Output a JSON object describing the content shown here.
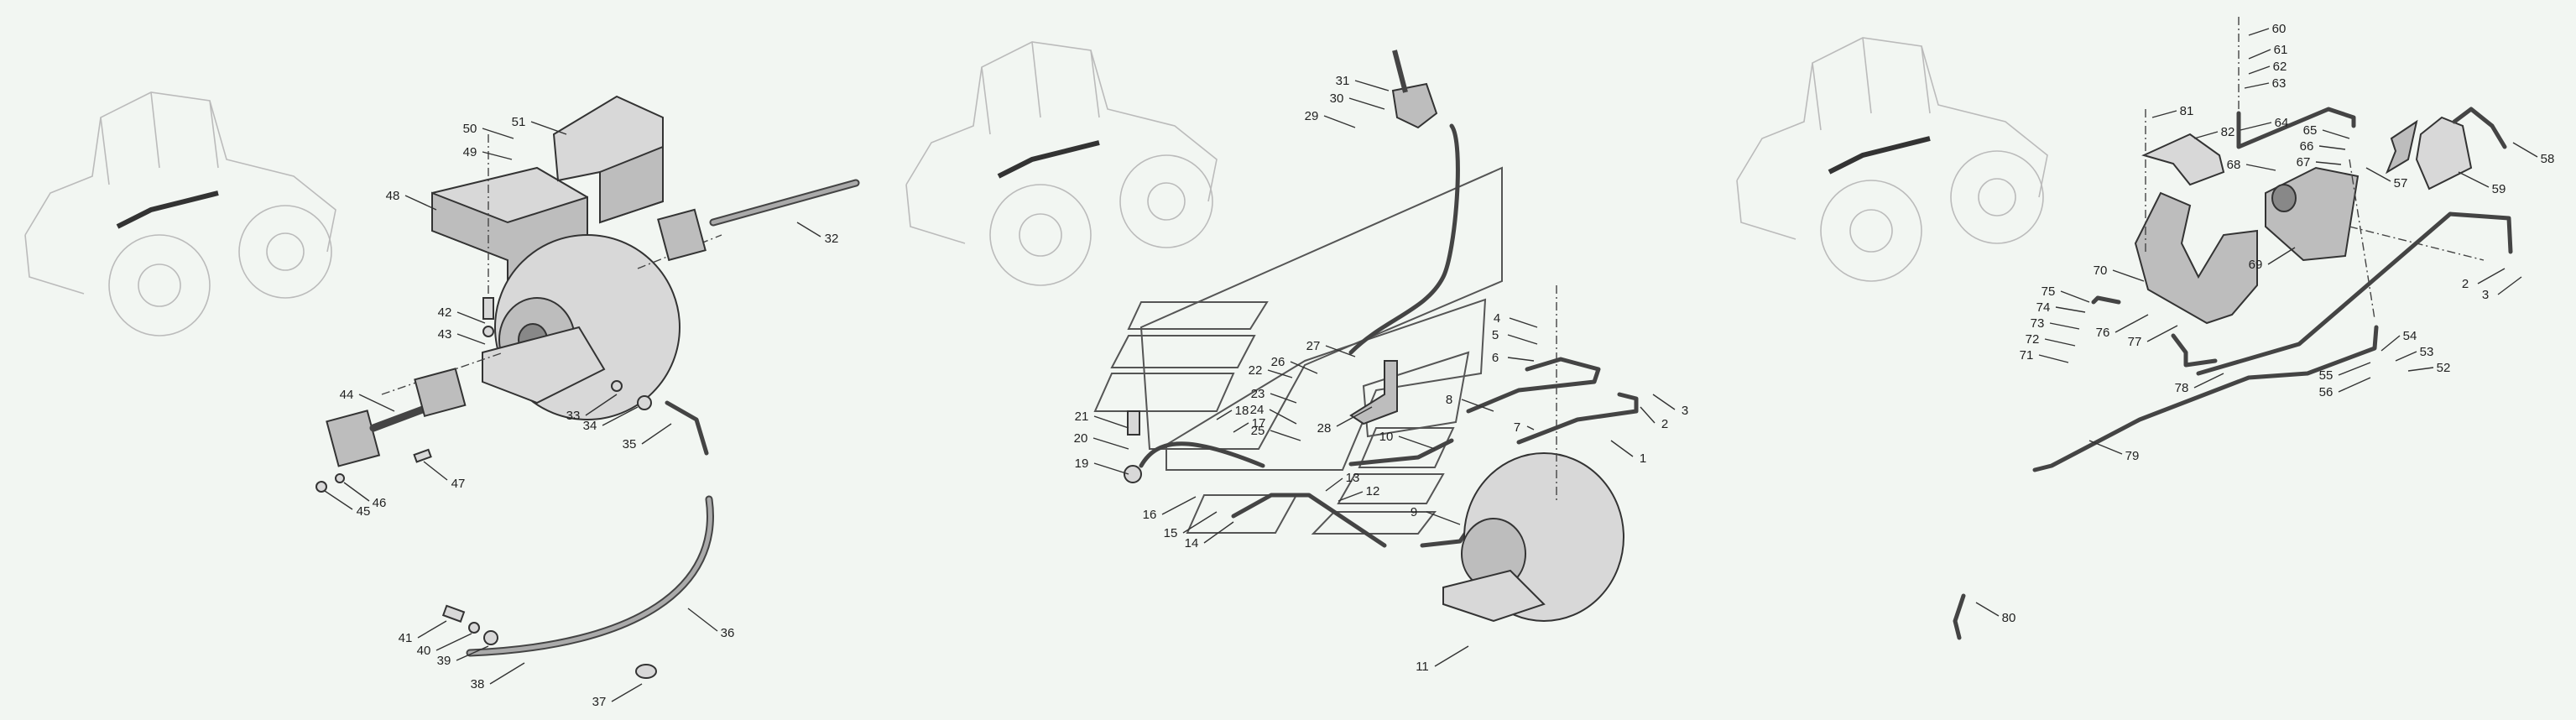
{
  "diagram": {
    "type": "exploded-parts-diagram",
    "panels": [
      {
        "name": "torque-converter-drive-assembly",
        "callouts": [
          "50",
          "49",
          "51",
          "48",
          "42",
          "43",
          "44",
          "32",
          "33",
          "34",
          "35",
          "47",
          "46",
          "45",
          "36",
          "41",
          "40",
          "39",
          "38",
          "37"
        ]
      },
      {
        "name": "control-cable-and-lines",
        "callouts": [
          "31",
          "30",
          "29",
          "27",
          "26",
          "22",
          "23",
          "24",
          "25",
          "28",
          "21",
          "20",
          "19",
          "18",
          "17",
          "16",
          "15",
          "14",
          "13",
          "12",
          "10",
          "9",
          "11",
          "8",
          "7",
          "1",
          "2",
          "3",
          "4",
          "5",
          "6"
        ]
      },
      {
        "name": "gearbox-mount-and-lines",
        "callouts": [
          "60",
          "61",
          "62",
          "63",
          "64",
          "81",
          "82",
          "65",
          "66",
          "67",
          "68",
          "57",
          "58",
          "59",
          "69",
          "70",
          "2",
          "3",
          "75",
          "74",
          "73",
          "72",
          "71",
          "76",
          "77",
          "78",
          "54",
          "53",
          "52",
          "55",
          "56",
          "79",
          "80"
        ]
      }
    ]
  }
}
